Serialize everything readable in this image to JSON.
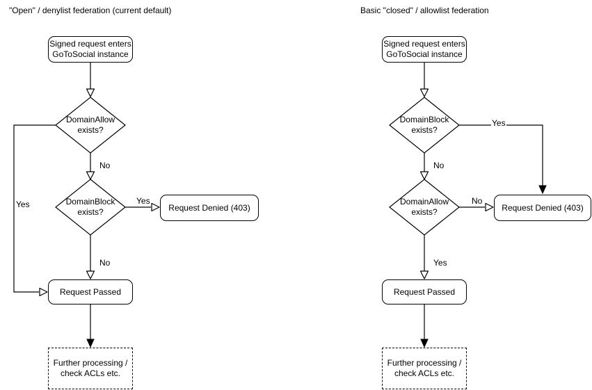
{
  "colors": {
    "background": "#ffffff",
    "stroke": "#000000",
    "text": "#000000"
  },
  "charts": [
    {
      "title": "\"Open\" / denylist federation (current default)",
      "nodes": {
        "start": "Signed request enters\nGoToSocial instance",
        "decision1": "DomainAllow\nexists?",
        "decision2": "DomainBlock\nexists?",
        "denied": "Request Denied (403)",
        "passed": "Request Passed",
        "further": "Further processing /\ncheck ACLs etc."
      },
      "edge_labels": {
        "d1_yes": "Yes",
        "d1_no": "No",
        "d2_yes": "Yes",
        "d2_no": "No"
      }
    },
    {
      "title": "Basic \"closed\" / allowlist federation",
      "nodes": {
        "start": "Signed request enters\nGoToSocial instance",
        "decision1": "DomainBlock\nexists?",
        "decision2": "DomainAllow\nexists?",
        "denied": "Request Denied (403)",
        "passed": "Request Passed",
        "further": "Further processing /\ncheck ACLs etc."
      },
      "edge_labels": {
        "d1_yes": "Yes",
        "d1_no": "No",
        "d2_no": "No",
        "d2_yes": "Yes"
      }
    }
  ]
}
